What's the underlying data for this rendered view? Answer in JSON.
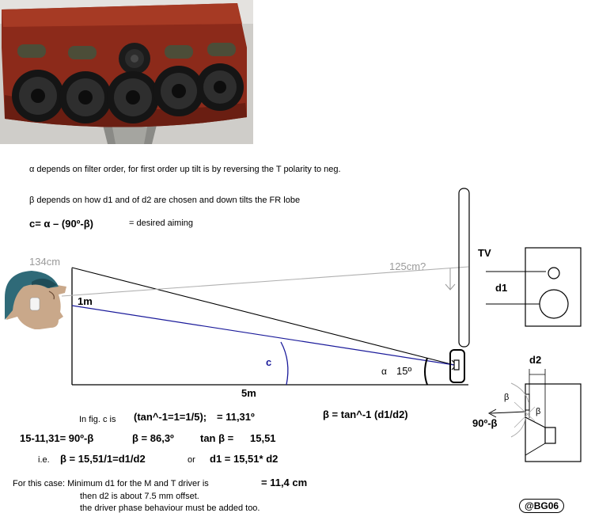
{
  "header": {
    "alpha_note": "α  depends on filter order, for first order up tilt is by reversing the T polarity to neg.",
    "beta_note": "β  depends on how d1 and of d2 are chosen and down tilts the FR lobe",
    "c_formula": "c= α – (90º-β)",
    "c_desc": "=  desired aiming"
  },
  "diagram": {
    "height_134": "134cm",
    "height_1m": "1m",
    "height_125": "125cm?",
    "tv_label": "TV",
    "c_label": "c",
    "alpha_label": "α",
    "angle_15": "15º",
    "distance_5m": "5m",
    "d1_label": "d1",
    "d2_label": "d2",
    "beta_a": "β",
    "beta_b": "β",
    "ninety_minus_beta": "90º-β"
  },
  "calc": {
    "fig_text": "In fig. c is",
    "fig_expr": "(tan^-1=1=1/5);",
    "fig_result": "= 11,31º",
    "beta_formula": "β = tan^-1 (d1/d2)",
    "line2_a": "15-11,31= 90º-β",
    "line2_b": "β = 86,3º",
    "line2_c": "tan β =",
    "line2_d": "15,51",
    "line3_ie": "i.e.",
    "line3_a": "β = 15,51/1=d1/d2",
    "line3_or": "or",
    "line3_b": "d1 = 15,51* d2",
    "case_a": "For this case:  Minimum d1 for  the  M and T driver is",
    "case_value": "= 11,4 cm",
    "case_b": "then  d2 is  about  7.5 mm  offset.",
    "case_c": "the driver phase behaviour must be added too.",
    "credit": "@BG06"
  },
  "colors": {
    "speaker_wood": "#8c2a1a",
    "driver": "#151515",
    "blue_line": "#1a1a9a",
    "gray_line": "#b0b0b0",
    "cap_teal": "#2f6a78"
  }
}
